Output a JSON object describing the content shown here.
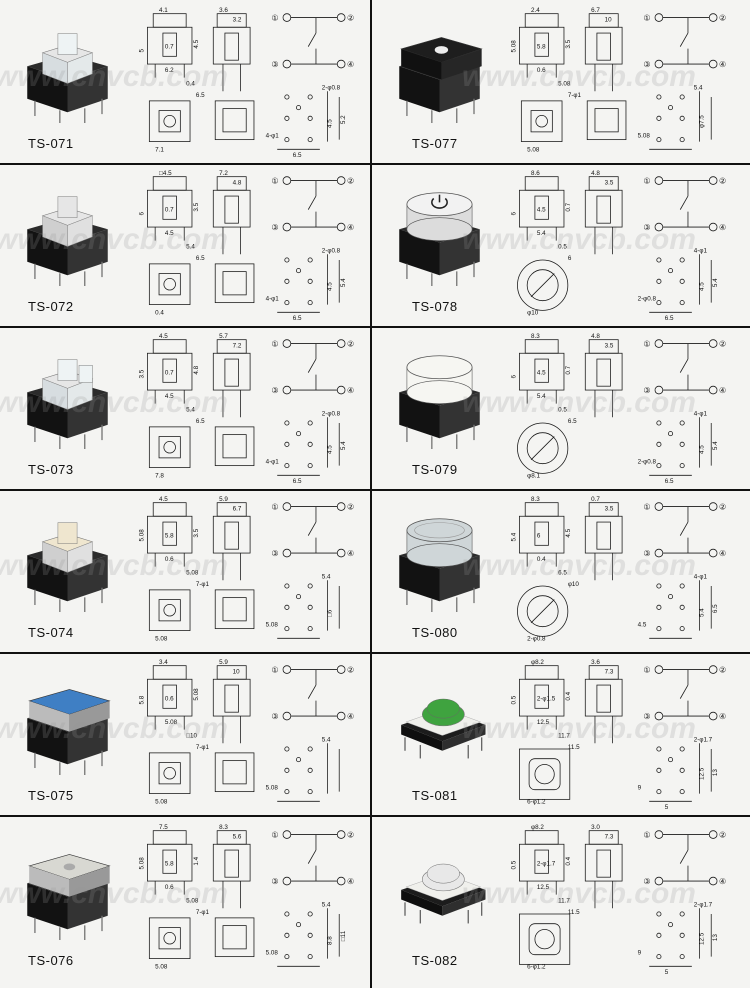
{
  "watermark": "www.cnvcb.com",
  "products": [
    {
      "code": "TS-071",
      "style": "clear-cross",
      "dims": {
        "a": "4.1",
        "b": "3.6",
        "c": "3.2",
        "d": "4.5",
        "e": "5",
        "f": "0.7",
        "g": "6.2",
        "h": "0.4",
        "i": "6.5",
        "j": "7.1",
        "k": "2-φ0.8",
        "l": "4-φ1",
        "m": "4.5",
        "n": "5.2",
        "o": "6.5"
      }
    },
    {
      "code": "TS-077",
      "style": "black-square",
      "dims": {
        "a": "2.4",
        "b": "6.7",
        "c": "10",
        "d": "3.5",
        "e": "5.08",
        "f": "5.8",
        "g": "0.6",
        "h": "5.08",
        "i": "7-φ1",
        "j": "5.08",
        "k": "5.4",
        "l": "5.08",
        "m": "φ7.5",
        "n": "",
        "o": ""
      }
    },
    {
      "code": "TS-072",
      "style": "white-cross",
      "dims": {
        "a": "□4.5",
        "b": "7.2",
        "c": "4.8",
        "d": "3.5",
        "e": "6",
        "f": "0.7",
        "g": "4.5",
        "h": "5.4",
        "i": "6.5",
        "j": "0.4",
        "k": "2-φ0.8",
        "l": "4-φ1",
        "m": "4.5",
        "n": "5.4",
        "o": "6.5"
      }
    },
    {
      "code": "TS-078",
      "style": "power-round",
      "dims": {
        "a": "8.6",
        "b": "4.8",
        "c": "3.5",
        "d": "0.7",
        "e": "6",
        "f": "4.5",
        "g": "5.4",
        "h": "0.5",
        "i": "6",
        "j": "φ10",
        "k": "4-φ1",
        "l": "2-φ0.8",
        "m": "4.5",
        "n": "5.4",
        "o": "6.5"
      }
    },
    {
      "code": "TS-073",
      "style": "clear-double",
      "dims": {
        "a": "4.5",
        "b": "5.7",
        "c": "7.2",
        "d": "4.8",
        "e": "3.5",
        "f": "0.7",
        "g": "4.5",
        "h": "5.4",
        "i": "6.5",
        "j": "7.8",
        "k": "2-φ0.8",
        "l": "4-φ1",
        "m": "4.5",
        "n": "5.4",
        "o": "6.5"
      }
    },
    {
      "code": "TS-079",
      "style": "white-round",
      "dims": {
        "a": "8.3",
        "b": "4.8",
        "c": "3.5",
        "d": "0.7",
        "e": "6",
        "f": "4.5",
        "g": "5.4",
        "h": "0.5",
        "i": "6.5",
        "j": "φ8.1",
        "k": "4-φ1",
        "l": "2-φ0.8",
        "m": "4.5",
        "n": "5.4",
        "o": "6.5"
      }
    },
    {
      "code": "TS-074",
      "style": "cream-cross",
      "dims": {
        "a": "4.5",
        "b": "5.9",
        "c": "6.7",
        "d": "3.5",
        "e": "5.08",
        "f": "5.8",
        "g": "0.6",
        "h": "5.08",
        "i": "7-φ1",
        "j": "5.08",
        "k": "5.4",
        "l": "5.08",
        "m": "□6",
        "n": "",
        "o": ""
      }
    },
    {
      "code": "TS-080",
      "style": "clear-round",
      "dims": {
        "a": "8.3",
        "b": "0.7",
        "c": "3.5",
        "d": "4.5",
        "e": "5.4",
        "f": "6",
        "g": "0.4",
        "h": "6.5",
        "i": "φ10",
        "j": "2-φ0.8",
        "k": "4-φ1",
        "l": "4.5",
        "m": "5.4",
        "n": "6.5",
        "o": ""
      }
    },
    {
      "code": "TS-075",
      "style": "blue-square",
      "dims": {
        "a": "3.4",
        "b": "5.9",
        "c": "10",
        "d": "5.08",
        "e": "5.8",
        "f": "0.6",
        "g": "5.08",
        "h": "□10",
        "i": "7-φ1",
        "j": "5.08",
        "k": "5.4",
        "l": "5.08",
        "m": "",
        "n": "",
        "o": ""
      }
    },
    {
      "code": "TS-081",
      "style": "green-dome",
      "dims": {
        "a": "φ8.2",
        "b": "3.6",
        "c": "7.3",
        "d": "0.4",
        "e": "0.5",
        "f": "2-φ1.5",
        "g": "12.5",
        "h": "11.7",
        "i": "11.5",
        "j": "6-φ1.2",
        "k": "2-φ1.7",
        "l": "9",
        "m": "12.5",
        "n": "13",
        "o": "5"
      }
    },
    {
      "code": "TS-076",
      "style": "gray-square",
      "dims": {
        "a": "7.5",
        "b": "8.3",
        "c": "5.6",
        "d": "1.4",
        "e": "5.08",
        "f": "5.8",
        "g": "0.6",
        "h": "5.08",
        "i": "7-φ1",
        "j": "5.08",
        "k": "5.4",
        "l": "5.08",
        "m": "8.8",
        "n": "□11",
        "o": ""
      }
    },
    {
      "code": "TS-082",
      "style": "clear-dome",
      "dims": {
        "a": "φ8.2",
        "b": "3.0",
        "c": "7.3",
        "d": "0.4",
        "e": "0.5",
        "f": "2-φ1.7",
        "g": "12.5",
        "h": "11.7",
        "i": "11.5",
        "j": "6-φ1.2",
        "k": "2-φ1.7",
        "l": "9",
        "m": "12.5",
        "n": "13",
        "o": "5"
      }
    }
  ],
  "colors": {
    "line": "#1a1a1a",
    "body": "#2a2a2a",
    "blue": "#3f7fc4",
    "green": "#3fa33f",
    "cream": "#efe6cf",
    "gray": "#d8d8d2"
  }
}
